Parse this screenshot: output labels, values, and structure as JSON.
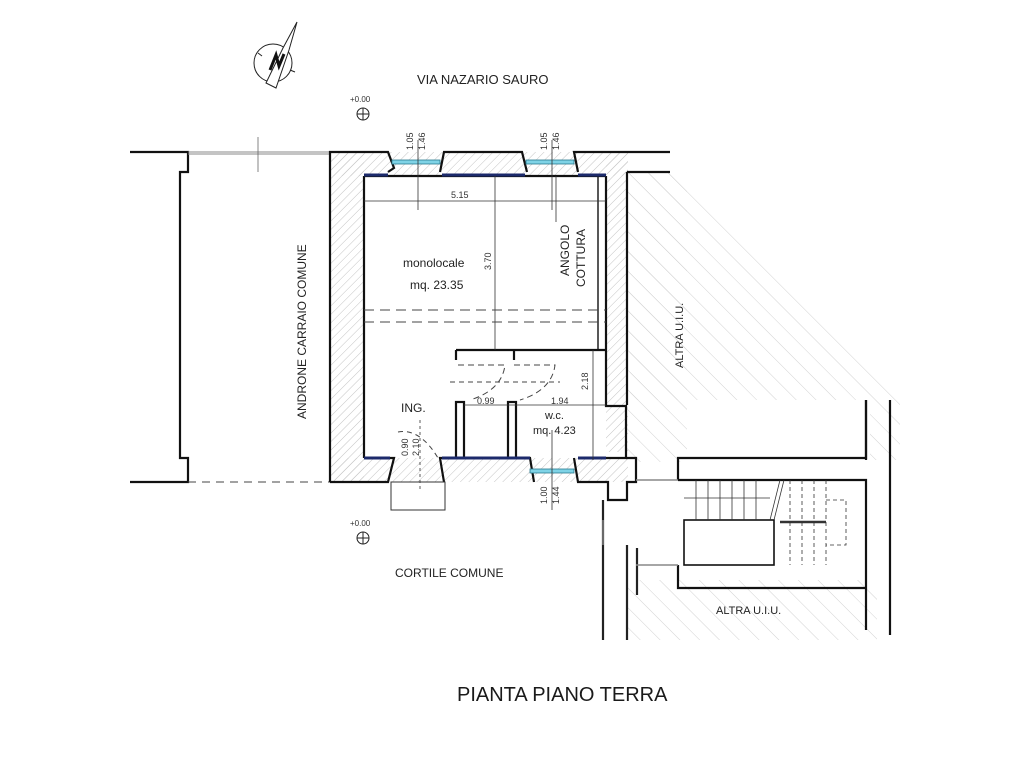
{
  "plan": {
    "title": "PIANTA PIANO TERRA",
    "street_label": "VIA NAZARIO SAURO",
    "courtyard_label": "CORTILE COMUNE",
    "passage_label": "ANDRONE CARRAIO COMUNE",
    "other_unit_labels": [
      "ALTRA U.I.U.",
      "ALTRA U.I.U."
    ],
    "north_arrow": "north-arrow-icon",
    "elevation_markers": [
      {
        "label": "+0.00",
        "position": "street"
      },
      {
        "label": "+0.00",
        "position": "courtyard"
      }
    ],
    "rooms": [
      {
        "name": "monolocale",
        "area": "mq. 23.35"
      },
      {
        "name": "ANGOLO",
        "name2": "COTTURA"
      },
      {
        "name": "ING."
      },
      {
        "name": "w.c.",
        "area": "mq. 4.23"
      }
    ],
    "dimensions": {
      "window1_width": "1.05",
      "window1_height": "1.46",
      "window2_width": "1.05",
      "window2_height": "1.46",
      "room_width": "5.15",
      "room_depth": "3.70",
      "wc_height": "2.18",
      "hall_width": "0.99",
      "wc_width": "1.94",
      "door_width": "0.90",
      "door_height": "2.10",
      "wc_window_width": "1.00",
      "wc_window_height": "1.44"
    },
    "colors": {
      "wall": "#1a1a1a",
      "hatch": "#bdbdbd",
      "window_glass": "#7fd3e6",
      "inner_wall_edge": "#1c2a6b"
    }
  }
}
